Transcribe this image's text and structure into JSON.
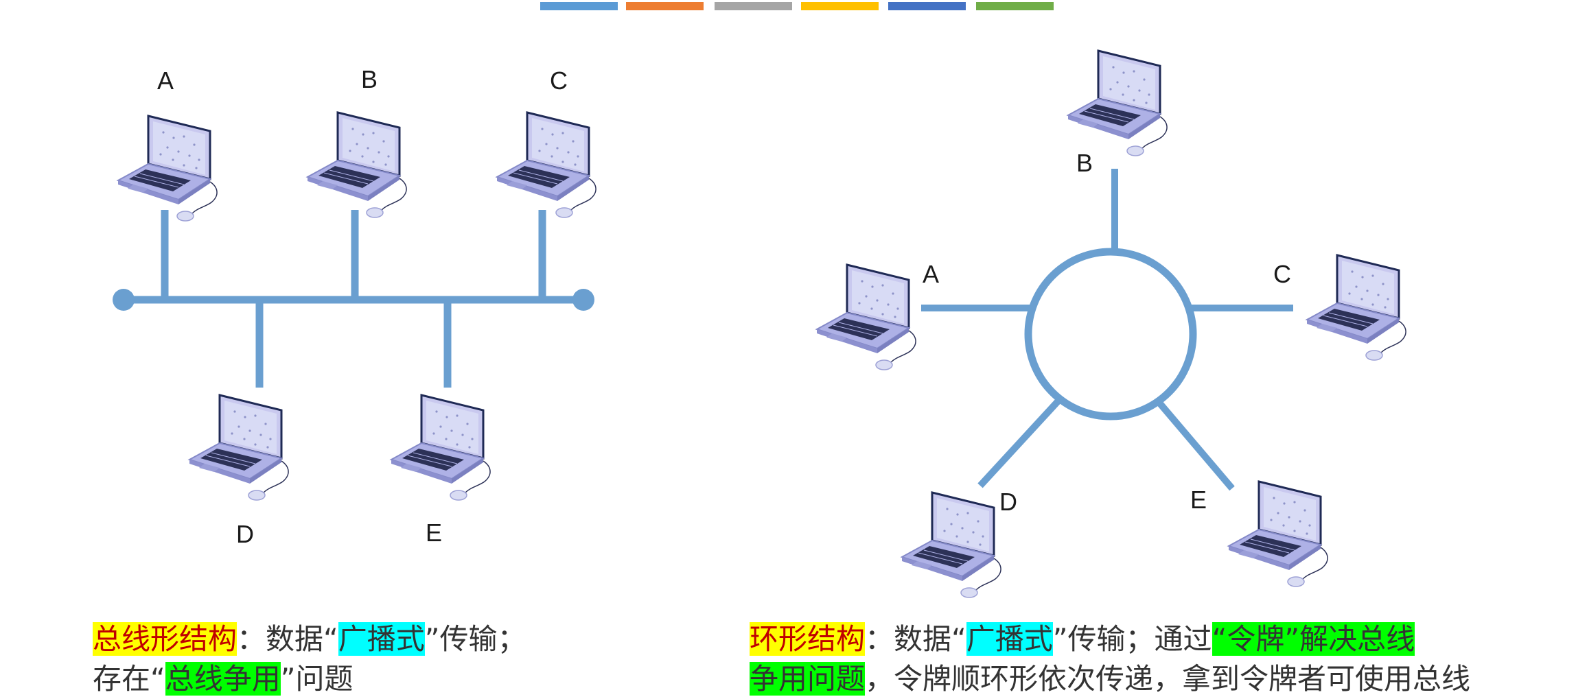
{
  "topbar_colors": [
    "#5b9bd5",
    "#ed7d31",
    "#a5a5a5",
    "#ffc000",
    "#4472c4",
    "#70ad47"
  ],
  "line_color": "#6a9fd0",
  "bus": {
    "labels": {
      "A": "A",
      "B": "B",
      "C": "C",
      "D": "D",
      "E": "E"
    },
    "caption": {
      "term": "总线形结构",
      "part1": "：数据“",
      "hl1": "广播式",
      "part2": "”传输；",
      "part3": "存在“",
      "hl2": "总线争用",
      "part4": "”问题"
    }
  },
  "ring": {
    "labels": {
      "A": "A",
      "B": "B",
      "C": "C",
      "D": "D",
      "E": "E"
    },
    "caption": {
      "term": "环形结构",
      "part1": "：数据“",
      "hl1": "广播式",
      "part2": "”传输；通过",
      "hl2": "“令牌”解决总线",
      "hl3": "争用问题",
      "part3": "，令牌顺环形依次传递，拿到令牌者可使用总线"
    }
  }
}
